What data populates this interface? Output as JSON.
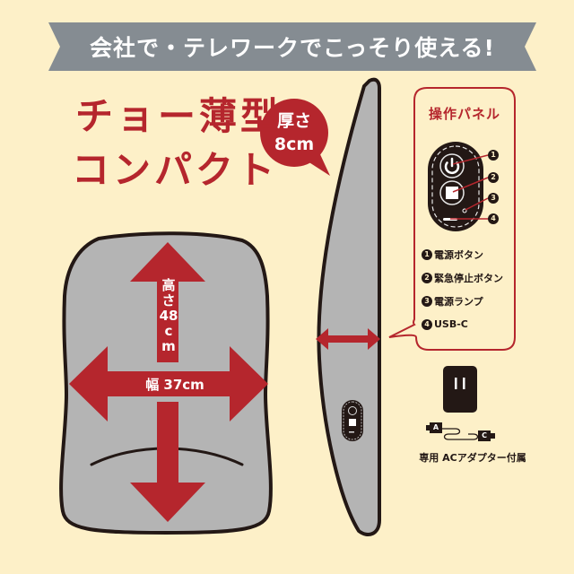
{
  "colors": {
    "background": "#fdf0c8",
    "accent_red": "#b5262d",
    "banner_gray": "#858c92",
    "cushion_gray": "#b4b4b4",
    "outline_dark": "#231815"
  },
  "banner": {
    "text": "会社で・テレワークでこっそり使える!"
  },
  "headline": {
    "line1": "チョー薄型",
    "line2": "コンパクト"
  },
  "thickness_bubble": {
    "label": "厚さ",
    "value": "8cm"
  },
  "dimensions": {
    "height_label_chars": [
      "高",
      "さ",
      "48",
      "c",
      "m"
    ],
    "height_label": "高さ48cm",
    "width_label": "幅 37cm"
  },
  "control_panel": {
    "title": "操作パネル",
    "callouts": [
      "1",
      "2",
      "3",
      "4"
    ],
    "items": [
      {
        "num": "1",
        "label": "電源ボタン"
      },
      {
        "num": "2",
        "label": "緊急停止ボタン"
      },
      {
        "num": "3",
        "label": "電源ランプ"
      },
      {
        "num": "4",
        "label": "USB-C"
      }
    ]
  },
  "adapter": {
    "plug_a": "A",
    "plug_c": "C",
    "caption": "専用 ACアダプター付属"
  }
}
